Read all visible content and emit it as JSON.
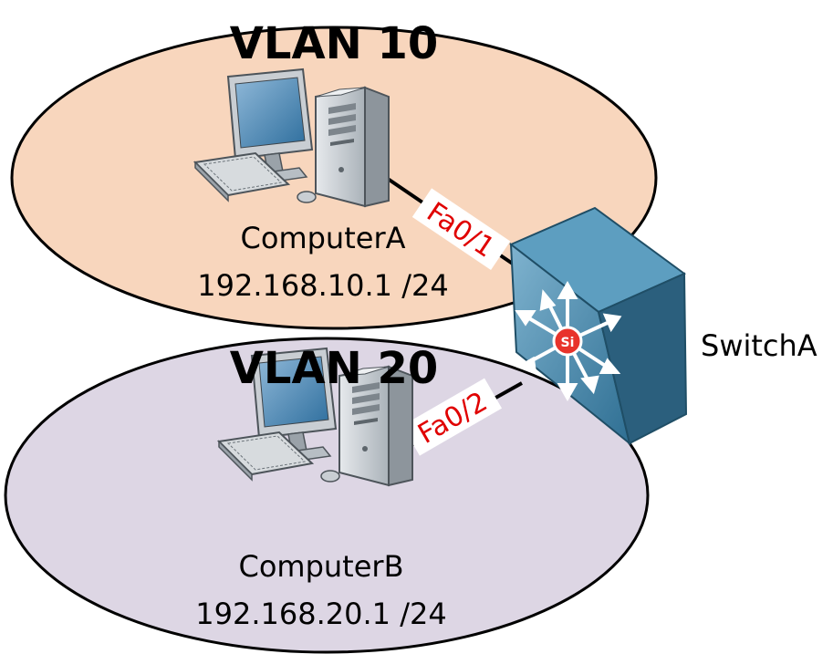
{
  "diagram": {
    "vlan_a": {
      "title": "VLAN 10",
      "fill": "#f8d6bd"
    },
    "vlan_b": {
      "title": "VLAN 20",
      "fill": "#ddd6e4"
    },
    "computer_a": {
      "name": "ComputerA",
      "ip": "192.168.10.1 /24"
    },
    "computer_b": {
      "name": "ComputerB",
      "ip": "192.168.20.1 /24"
    },
    "switch": {
      "name": "SwitchA",
      "badge": "Si",
      "color": "#3c82a6"
    },
    "links": {
      "a": {
        "port": "Fa0/1"
      },
      "b": {
        "port": "Fa0/2"
      }
    },
    "icons": [
      "desktop-computer-icon",
      "layer3-switch-icon"
    ]
  }
}
